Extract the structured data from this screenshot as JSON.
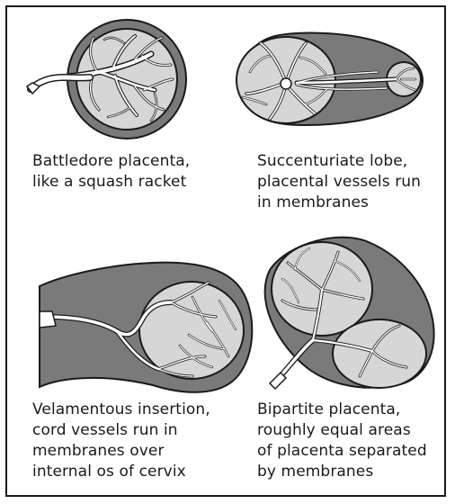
{
  "figures": [
    {
      "id": "battledore",
      "caption": "Battledore placenta,\nlike a squash racket"
    },
    {
      "id": "succenturiate",
      "caption": "Succenturiate lobe,\nplacental vessels run\nin membranes"
    },
    {
      "id": "velamentous",
      "caption": "Velamentous insertion,\ncord vessels run in\nmembranes over\ninternal os of cervix"
    },
    {
      "id": "bipartite",
      "caption": "Bipartite placenta,\nroughly equal areas\nof placenta separated\nby membranes"
    }
  ],
  "colors": {
    "membrane": "#7a7a7a",
    "placenta": "#d6d6d6",
    "vessel": "#ffffff",
    "outline": "#1a1a1a"
  }
}
